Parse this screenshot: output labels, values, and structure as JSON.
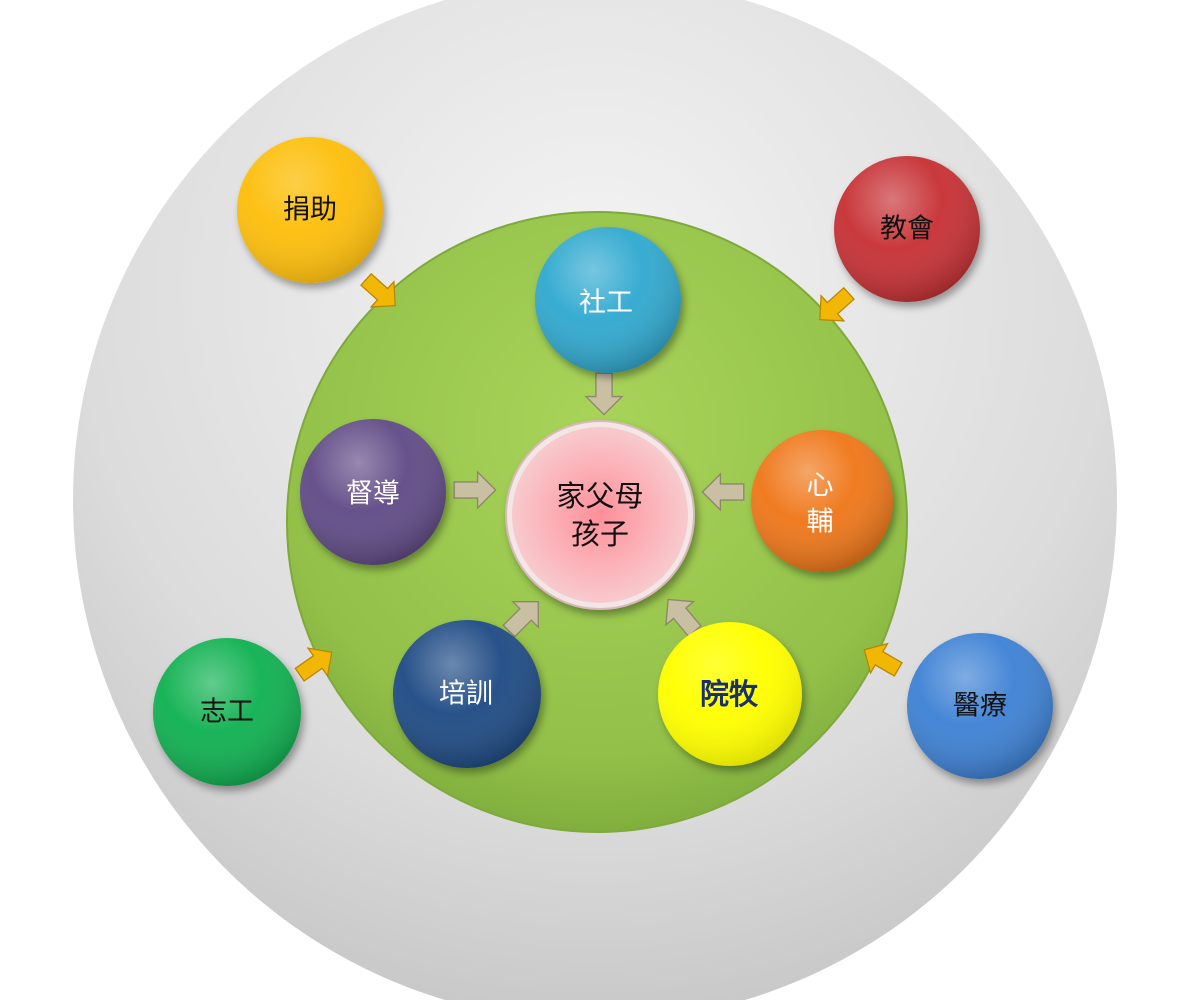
{
  "diagram": {
    "center": {
      "label_line1": "家父母",
      "label_line2": "孩子",
      "color": "#f7a7ad"
    },
    "inner_ring": [
      {
        "id": "social-work",
        "label": "社工",
        "color": "#2fa8cf",
        "text_color": "#ffffff"
      },
      {
        "id": "supervision",
        "label": "督導",
        "color": "#5f4a85",
        "text_color": "#ffffff"
      },
      {
        "id": "counseling",
        "label_line1": "心",
        "label_line2": "輔",
        "color": "#ef7414",
        "text_color": "#ffffff"
      },
      {
        "id": "training",
        "label": "培訓",
        "color": "#1f4a83",
        "text_color": "#ffffff"
      },
      {
        "id": "chaplaincy",
        "label": "院牧",
        "color": "#ffff00",
        "text_color": "#1a2f6e"
      }
    ],
    "outer_ring": [
      {
        "id": "donation",
        "label": "捐助",
        "color": "#fdbf09",
        "text_color": "#111111"
      },
      {
        "id": "church",
        "label": "教會",
        "color": "#c62d31",
        "text_color": "#111111"
      },
      {
        "id": "volunteer",
        "label": "志工",
        "color": "#0bb04f",
        "text_color": "#111111"
      },
      {
        "id": "medical",
        "label": "醫療",
        "color": "#3a80d4",
        "text_color": "#111111"
      }
    ],
    "colors": {
      "green_circle": "#92c048",
      "gray_circle": "#d9d9d9",
      "inner_arrow": "#c9c0a4",
      "outer_arrow": "#f2b705"
    }
  }
}
